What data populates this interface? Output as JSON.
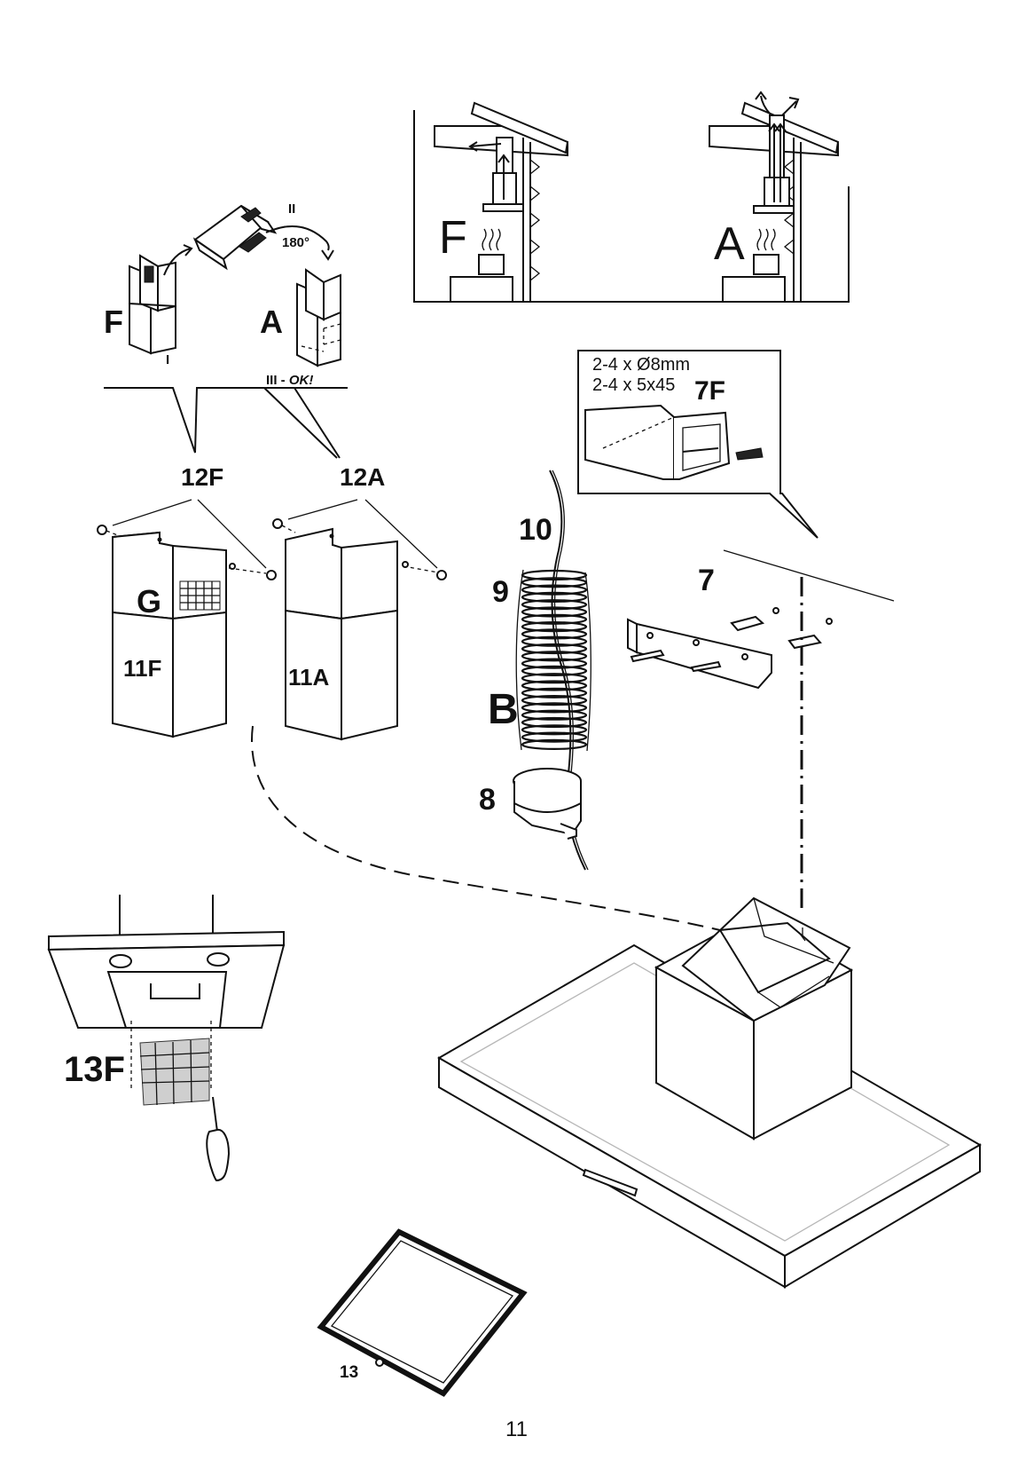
{
  "labels": {
    "fig_F": "F",
    "fig_A": "A",
    "kit_F": "F",
    "kit_A": "A",
    "step_I": "I",
    "step_II": "II",
    "step_rotate": "180°",
    "step_III": "III - ",
    "step_III_ok": "OK!",
    "part_12F": "12F",
    "part_12A": "12A",
    "part_G": "G",
    "part_11F": "11F",
    "part_11A": "11A",
    "part_10": "10",
    "part_9": "9",
    "part_B": "B",
    "part_8": "8",
    "part_7": "7",
    "part_7F": "7F",
    "spec_holes": "2-4 x Ø8mm",
    "spec_screws": "2-4 x 5x45",
    "part_13F": "13F",
    "part_13": "13"
  },
  "page_number": "11"
}
